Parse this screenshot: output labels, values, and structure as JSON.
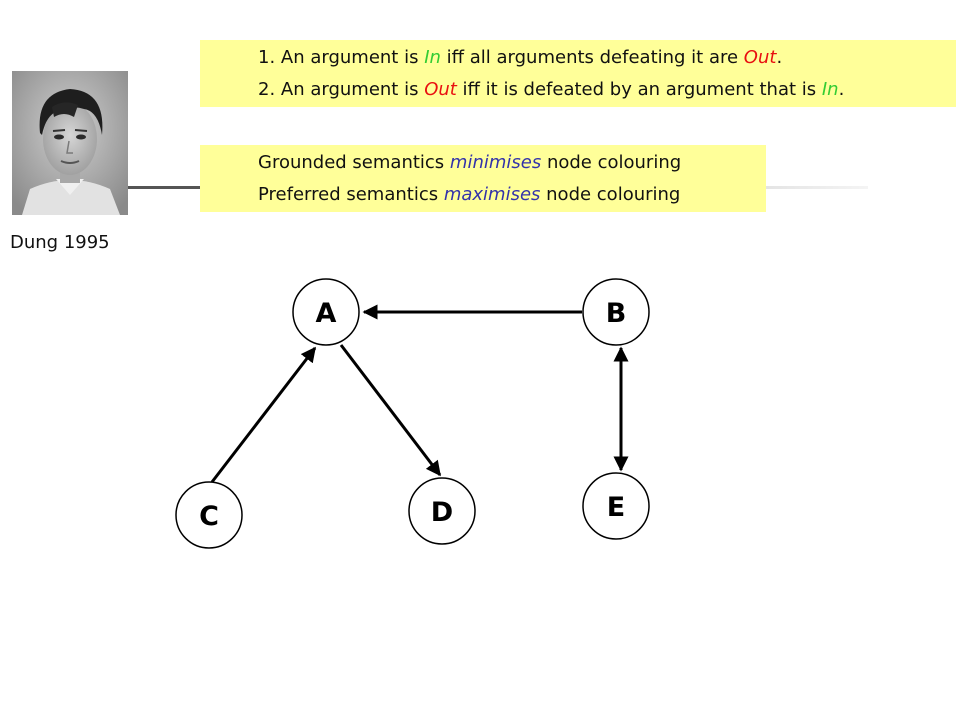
{
  "photo": {
    "icon": "portrait-photo"
  },
  "caption": "Dung 1995",
  "rules": {
    "line1": {
      "a": "1. An argument is ",
      "kw1": "In",
      "b": " iff all arguments defeating it are ",
      "kw2": "Out",
      "c": "."
    },
    "line2": {
      "a": "2. An argument is ",
      "kw1": "Out",
      "b": " iff it is defeated by an argument that is ",
      "kw2": "In",
      "c": "."
    }
  },
  "semantics": {
    "line1": {
      "a": "Grounded semantics ",
      "kw": "minimises",
      "b": " node colouring"
    },
    "line2": {
      "a": "Preferred semantics ",
      "kw": "maximises",
      "b": " node colouring"
    }
  },
  "graph": {
    "nodes": {
      "A": "A",
      "B": "B",
      "C": "C",
      "D": "D",
      "E": "E"
    },
    "edges": [
      {
        "from": "B",
        "to": "A",
        "bidirectional": false
      },
      {
        "from": "C",
        "to": "A",
        "bidirectional": false
      },
      {
        "from": "A",
        "to": "D",
        "bidirectional": false
      },
      {
        "from": "B",
        "to": "E",
        "bidirectional": true
      }
    ]
  },
  "colors": {
    "box_fill": "#ffff99",
    "in": "#33cc33",
    "out": "#e81010",
    "semantics_keyword": "#3333aa"
  }
}
